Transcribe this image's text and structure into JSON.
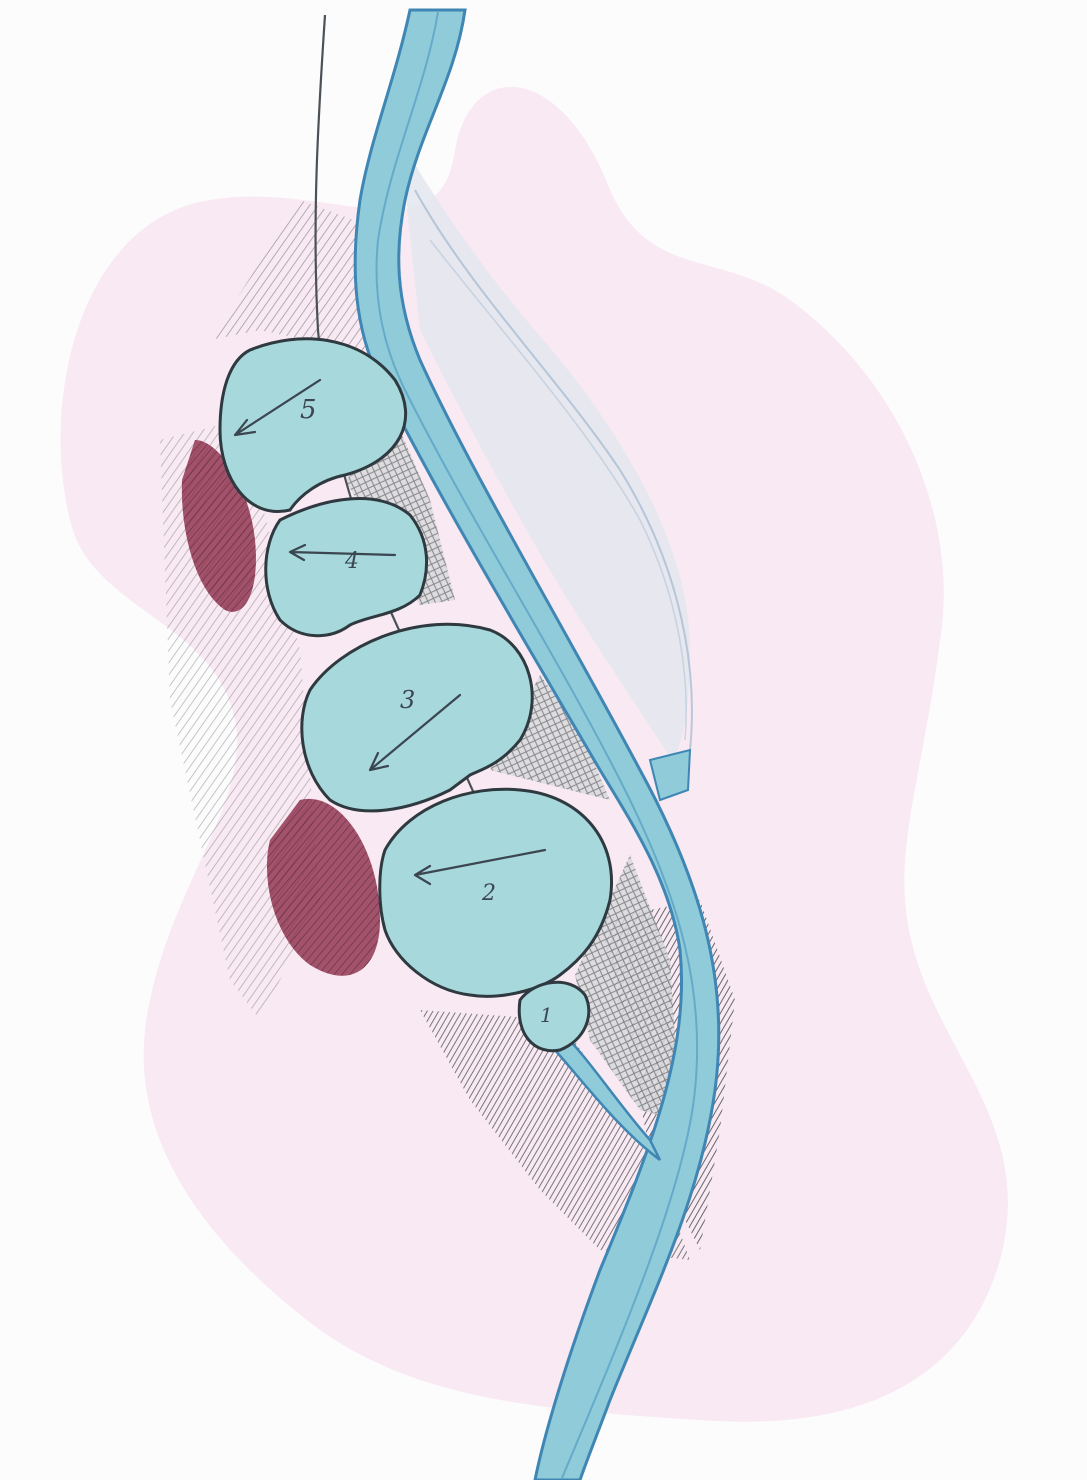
{
  "illustration": {
    "style": "pencil-sketch",
    "colors": {
      "background": "#fcfcfd",
      "blob": "#f8e9f2",
      "segment_fill": "#a7d8dc",
      "tube_fill": "#8fcbd8",
      "tube_edge": "#3f86b4",
      "outline": "#2f3a40",
      "shadow_red": "#8a2442",
      "graphite": "#555b60"
    },
    "segment_labels": [
      {
        "id": "segment-5",
        "text": "5"
      },
      {
        "id": "segment-4",
        "text": "4"
      },
      {
        "id": "segment-3",
        "text": "3"
      },
      {
        "id": "segment-2",
        "text": "2"
      },
      {
        "id": "segment-1",
        "text": "1"
      }
    ]
  }
}
